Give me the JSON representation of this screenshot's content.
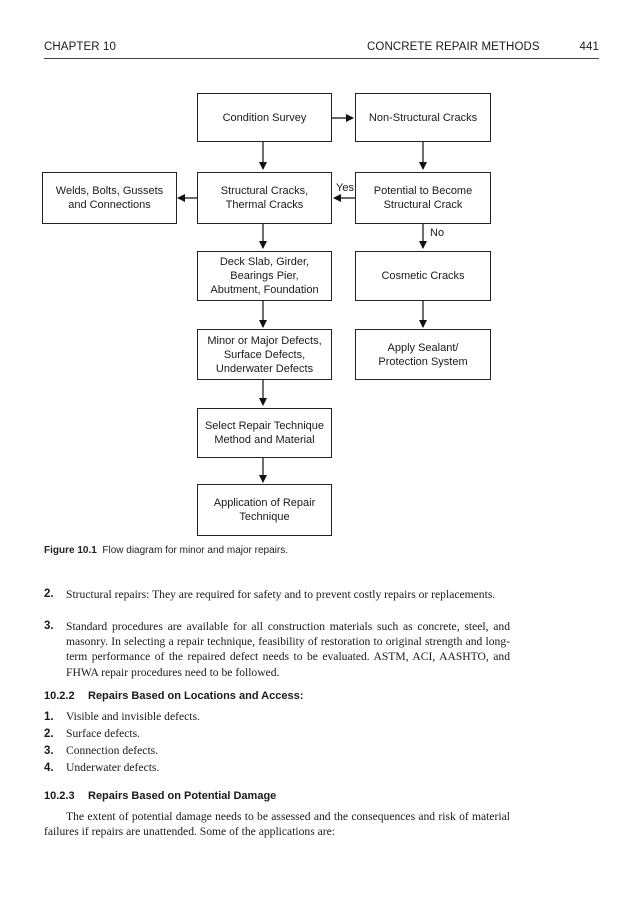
{
  "header": {
    "chapter": "CHAPTER 10",
    "section": "CONCRETE REPAIR METHODS",
    "page_number": "441"
  },
  "figure": {
    "boxes": {
      "condition_survey": "Condition Survey",
      "non_structural": "Non-Structural Cracks",
      "welds": "Welds, Bolts, Gussets\nand Connections",
      "structural_cracks": "Structural Cracks,\nThermal Cracks",
      "potential": "Potential to Become\nStructural Crack",
      "deck": "Deck Slab, Girder,\nBearings Pier,\nAbutment, Foundation",
      "cosmetic": "Cosmetic Cracks",
      "defects": "Minor or Major Defects,\nSurface Defects,\nUnderwater Defects",
      "sealant": "Apply Sealant/\nProtection System",
      "select": "Select Repair Technique\nMethod and Material",
      "application": "Application of Repair\nTechnique"
    },
    "labels": {
      "yes": "Yes",
      "no": "No"
    },
    "caption_label": "Figure 10.1",
    "caption_text": "Flow diagram for minor and major repairs."
  },
  "items_main": [
    {
      "num": "2.",
      "text": "Structural repairs: They are required for safety and to prevent costly repairs or replacements."
    },
    {
      "num": "3.",
      "text": "Standard procedures are available for all construction materials such as concrete, steel, and masonry. In selecting a repair technique, feasibility of restoration to original strength and long-term performance of the repaired defect needs to be evaluated. ASTM, ACI, AASHTO, and FHWA repair procedures need to be followed."
    }
  ],
  "section_1022": {
    "number": "10.2.2",
    "title": "Repairs Based on Locations and Access:",
    "items": [
      {
        "num": "1.",
        "text": "Visible and invisible defects."
      },
      {
        "num": "2.",
        "text": "Surface defects."
      },
      {
        "num": "3.",
        "text": "Connection defects."
      },
      {
        "num": "4.",
        "text": "Underwater defects."
      }
    ]
  },
  "section_1023": {
    "number": "10.2.3",
    "title": "Repairs Based on Potential Damage",
    "paragraph": "The extent of potential damage needs to be assessed and the consequences and risk of material failures if repairs are unattended. Some of the applications are:"
  }
}
